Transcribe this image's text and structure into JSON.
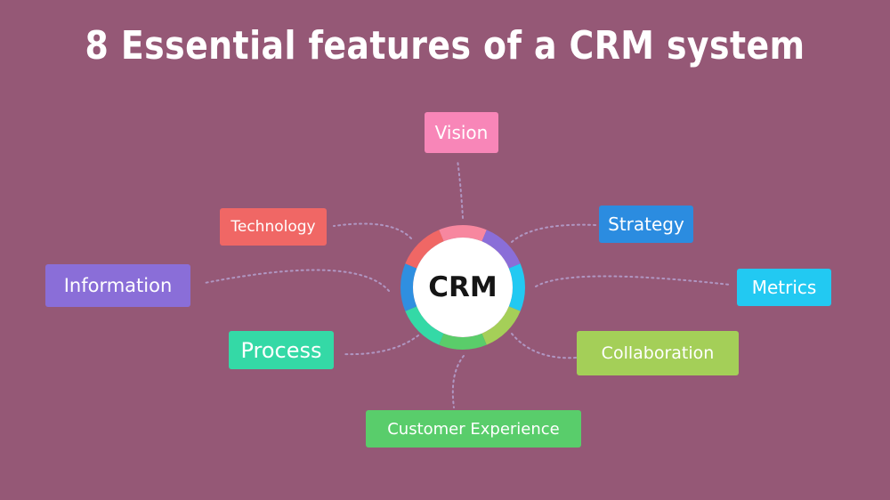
{
  "title": "8 Essential features of a CRM system",
  "hub": {
    "label": "CRM",
    "ring_colors": [
      "#f7879f",
      "#8a6ed8",
      "#22c9f2",
      "#a5cf58",
      "#5acd6a",
      "#34d9a6",
      "#2f8fe0",
      "#f06765"
    ]
  },
  "features": [
    {
      "id": "vision",
      "label": "Vision",
      "color": "#f886b8"
    },
    {
      "id": "strategy",
      "label": "Strategy",
      "color": "#2b8ce0"
    },
    {
      "id": "metrics",
      "label": "Metrics",
      "color": "#22c9f2"
    },
    {
      "id": "collaboration",
      "label": "Collaboration",
      "color": "#a4cf58"
    },
    {
      "id": "customer-experience",
      "label": "Customer Experience",
      "color": "#59cd6b"
    },
    {
      "id": "process",
      "label": "Process",
      "color": "#34d9a6"
    },
    {
      "id": "information",
      "label": "Information",
      "color": "#8a6ed8"
    },
    {
      "id": "technology",
      "label": "Technology",
      "color": "#f06765"
    }
  ],
  "connector_color": "#b7a6d6"
}
